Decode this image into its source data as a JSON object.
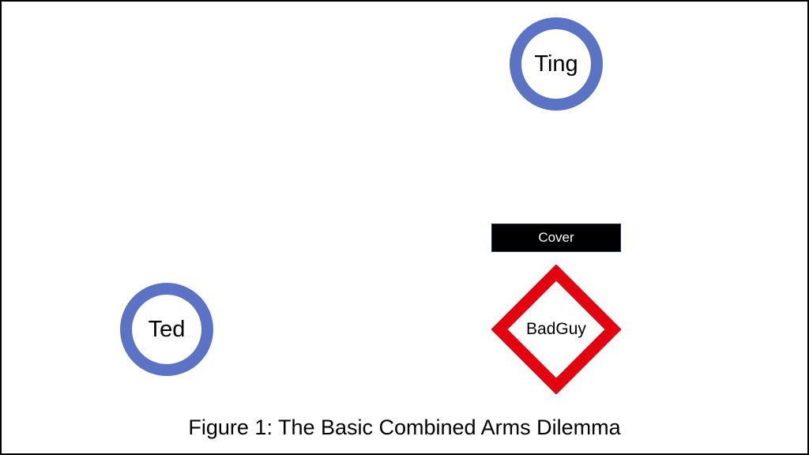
{
  "units": {
    "ting": {
      "label": "Ting",
      "color": "#5b73c5"
    },
    "ted": {
      "label": "Ted",
      "color": "#5b73c5"
    },
    "badguy": {
      "label": "BadGuy",
      "color": "#e3000f"
    },
    "cover": {
      "label": "Cover",
      "color": "#000000"
    }
  },
  "caption": "Figure 1: The Basic Combined Arms Dilemma"
}
